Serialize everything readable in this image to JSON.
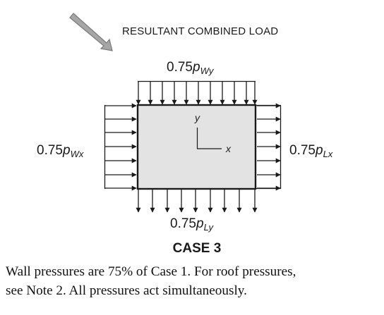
{
  "diagram": {
    "title": "RESULTANT COMBINED LOAD",
    "top_load": {
      "coeff": "0.75",
      "symbol": "p",
      "subscript": "Wy"
    },
    "left_load": {
      "coeff": "0.75",
      "symbol": "p",
      "subscript": "Wx"
    },
    "right_load": {
      "coeff": "0.75",
      "symbol": "p",
      "subscript": "Lx"
    },
    "bottom_load": {
      "coeff": "0.75",
      "symbol": "p",
      "subscript": "Ly"
    },
    "axis_y": "y",
    "axis_x": "x",
    "case_label": "CASE 3"
  },
  "caption": {
    "line1": "Wall pressures are 75% of Case 1. For roof pressures,",
    "line2": "see Note 2. All pressures act simultaneously."
  },
  "colors": {
    "building_fill": "#e3e3e3",
    "resultant_arrow": "#999999",
    "line": "#1a1a1a"
  }
}
